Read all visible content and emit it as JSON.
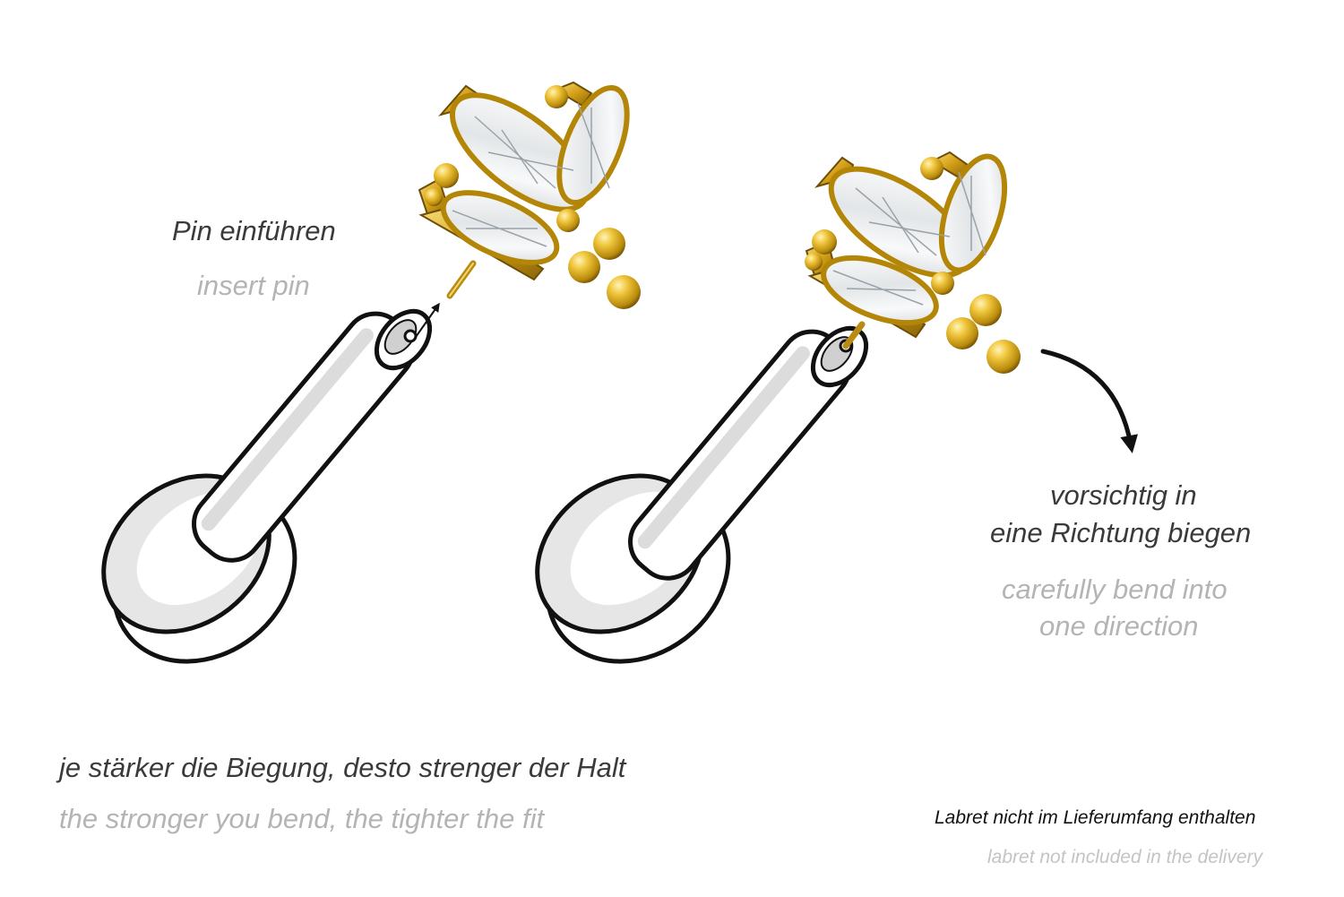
{
  "instructions": {
    "insert_pin_de": "Pin einführen",
    "insert_pin_en": "insert pin",
    "bend_de_line1": "vorsichtig in",
    "bend_de_line2": "eine Richtung biegen",
    "bend_en_line1": "carefully bend into",
    "bend_en_line2": "one direction",
    "strength_de": "je stärker die Biegung, desto strenger der Halt",
    "strength_en": "the stronger you bend, the tighter the fit"
  },
  "note": {
    "labret_de": "Labret nicht im Lieferumfang enthalten",
    "labret_en": "labret not included in the delivery"
  },
  "colors": {
    "text_dark": "#3a3a3a",
    "text_light": "#b4b4b4",
    "gold": "#d4a017",
    "gold_dark": "#8a6508",
    "gold_light": "#f6dc7a",
    "stone": "#eef0f2",
    "stone_edge": "#8f969c",
    "outline": "#111111",
    "labret_fill": "#ffffff",
    "labret_shade": "#d9d9d9"
  },
  "icons": {
    "insert_arrow": "arrow-up-right-icon",
    "bend_arrow": "curved-arrow-down-icon"
  }
}
